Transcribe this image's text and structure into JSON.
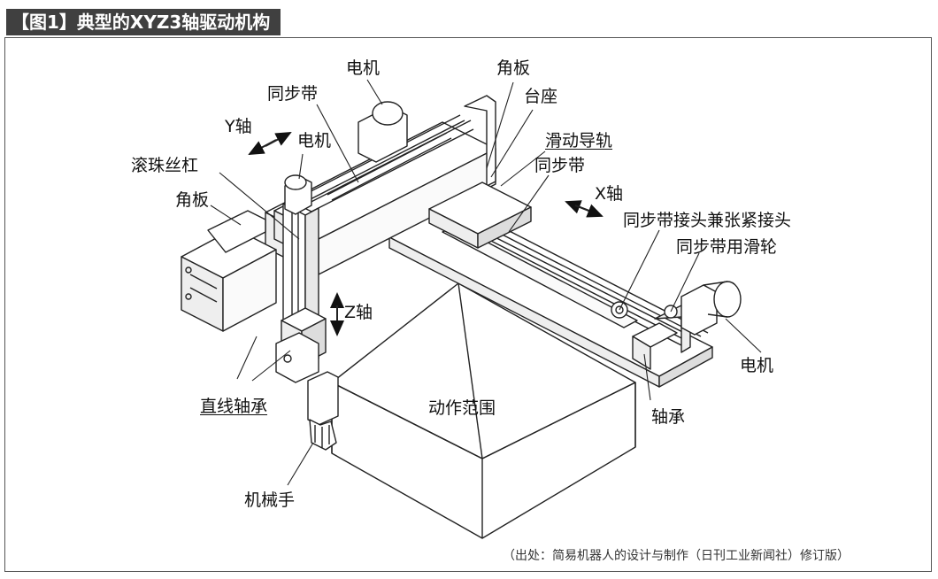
{
  "title": "【图1】典型的XYZ3轴驱动机构",
  "labels": {
    "motor_top": "电机",
    "belt_top": "同步带",
    "y_axis": "Y轴",
    "motor_y": "电机",
    "ball_screw": "滚珠丝杠",
    "bracket_left": "角板",
    "bracket_right": "角板",
    "base": "台座",
    "slide_rail": "滑动导轨",
    "belt_right": "同步带",
    "x_axis": "X轴",
    "belt_joint": "同步带接头兼张紧接头",
    "belt_pulley": "同步带用滑轮",
    "z_axis": "Z轴",
    "motor_x": "电机",
    "linear_bearing": "直线轴承",
    "work_range": "动作范围",
    "bearing": "轴承",
    "gripper": "机械手"
  },
  "source": "（出处：简易机器人的设计与制作（日刊工业新闻社）修订版）"
}
